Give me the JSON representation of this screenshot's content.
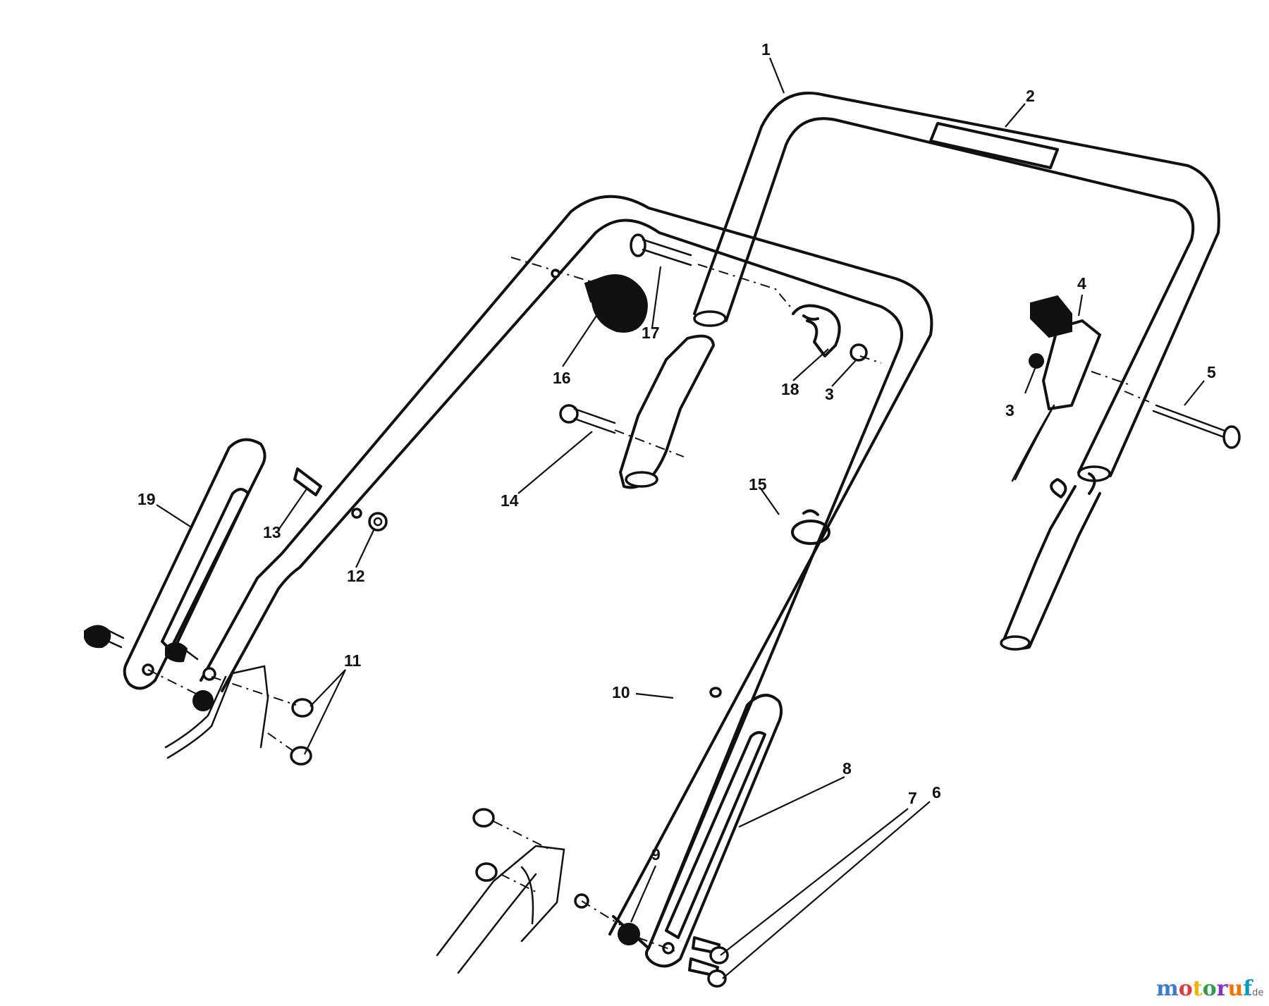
{
  "diagram": {
    "callouts": [
      "1",
      "2",
      "3",
      "4",
      "5",
      "6",
      "7",
      "8",
      "9",
      "10",
      "11",
      "12",
      "13",
      "14",
      "15",
      "16",
      "17",
      "18",
      "19"
    ],
    "callout_3_second": "3",
    "callout_11_label": "11"
  },
  "watermark": {
    "text": "motoruf",
    "suffix": ".de",
    "colors": [
      "#3a7bd5",
      "#e03a3a",
      "#f0b400",
      "#2e9e4a",
      "#8a2be2",
      "#ff6f00",
      "#0099cc"
    ]
  }
}
